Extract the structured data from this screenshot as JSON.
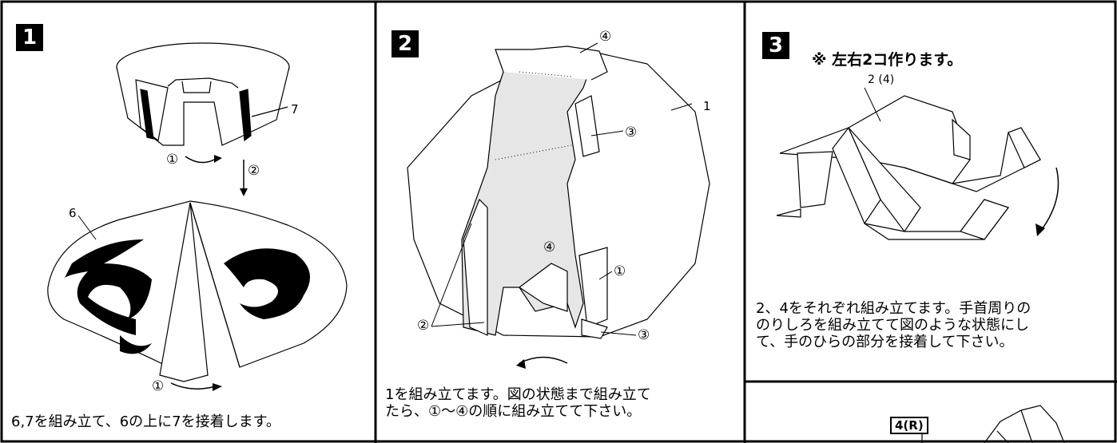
{
  "panels": [
    {
      "step": "1",
      "labels": {
        "p6": "6",
        "p7": "7"
      },
      "steps": {
        "s1a": "①",
        "s2": "②",
        "s1b": "①"
      },
      "caption": "6,7を組み立て、6の上に7を接着します。"
    },
    {
      "step": "2",
      "labels": {
        "p1": "1"
      },
      "steps": {
        "s4a": "④",
        "s3a": "③",
        "s4b": "④",
        "s1": "①",
        "s2": "②",
        "s3b": "③"
      },
      "caption_lines": [
        "1を組み立てます。図の状態まで組み立て",
        "たら、①～④の順に組み立てて下さい。"
      ]
    },
    {
      "step": "3",
      "note": "※ 左右2コ作ります。",
      "labels": {
        "p24": "2 (4)"
      },
      "caption_lines": [
        "2、4をそれぞれ組み立てます。手首周りの",
        "のりしろを組み立てて図のような状態にし",
        "て、手のひらの部分を接着して下さい。"
      ]
    },
    {
      "tag": "4(R)"
    }
  ],
  "colors": {
    "ink": "#000000",
    "shade": "#e6e6e6",
    "paper": "#ffffff"
  }
}
